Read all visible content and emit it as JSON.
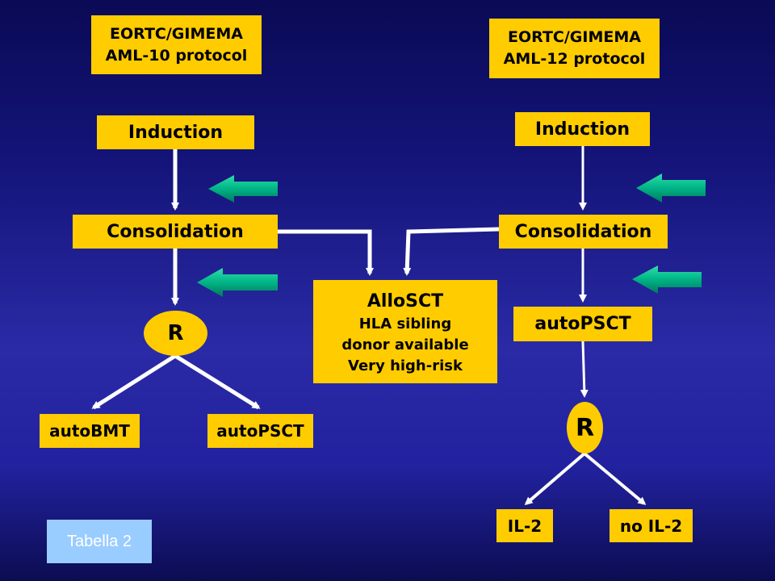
{
  "left": {
    "title_line1": "EORTC/GIMEMA",
    "title_line2": "AML-10 protocol",
    "induction": "Induction",
    "consolidation": "Consolidation",
    "randomization": "R",
    "arm_a": "autoBMT",
    "arm_b": "autoPSCT"
  },
  "right": {
    "title_line1": "EORTC/GIMEMA",
    "title_line2": "AML-12 protocol",
    "induction": "Induction",
    "consolidation": "Consolidation",
    "transplant": "autoPSCT",
    "randomization": "R",
    "arm_a": "IL-2",
    "arm_b": "no IL-2"
  },
  "center": {
    "title": "AlloSCT",
    "line1": "HLA sibling",
    "line2": "donor available",
    "line3": "Very high-risk"
  },
  "footer": {
    "label": "Tabella 2"
  },
  "colors": {
    "box": "#ffcc00",
    "arrow_fill": "#00b386",
    "connector": "#ffffff",
    "label_box": "#99ccff"
  }
}
